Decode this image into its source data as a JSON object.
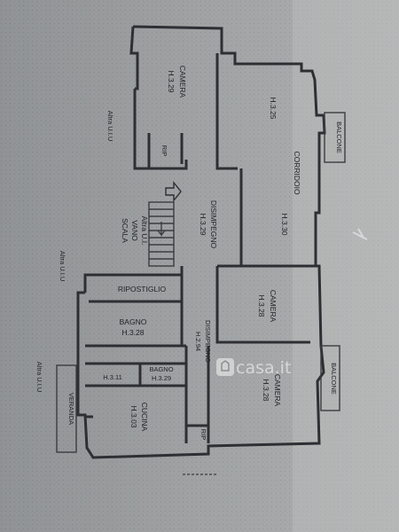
{
  "rooms": {
    "camera_top": {
      "name": "CAMERA",
      "height": "H.3.29"
    },
    "room_top_right": {
      "height": "H.3.25"
    },
    "corridor": {
      "name": "CORRIDOIO"
    },
    "balcone_top": {
      "name": "BALCONE"
    },
    "rip_top": {
      "name": "RIP"
    },
    "disimpegno_main": {
      "name": "DISIMPEGNO",
      "height": "H.3.29"
    },
    "h330": {
      "height": "H.3.30"
    },
    "vano_scala": {
      "line1": "Altra U.I.",
      "line2": "VANO",
      "line3": "SCALA"
    },
    "ripostiglio": {
      "name": "RIPOSTIGLIO"
    },
    "camera_mid": {
      "name": "CAMERA",
      "height": "H.3.28"
    },
    "bagno_large": {
      "name": "BAGNO",
      "height": "H.3.28"
    },
    "disimpegno_small": {
      "name": "DISIMPEGNO",
      "height": "H.2.94"
    },
    "bagno_small": {
      "name": "BAGNO",
      "height": "H.3.29",
      "side_height": "H.3.11"
    },
    "camera_bottom": {
      "name": "CAMERA",
      "height": "H.3.28"
    },
    "balcone_bottom": {
      "name": "BALCONE"
    },
    "cucina": {
      "name": "CUCINA",
      "height": "H.3.03"
    },
    "veranda": {
      "name": "VERANDA"
    },
    "rip_bottom": {
      "name": "RIP"
    }
  },
  "outside_labels": {
    "left_top": "Altra U.I.U",
    "left_mid": "Altra U.I.U",
    "left_bottom": "Altra U.I.U"
  },
  "watermark": "casa.it"
}
